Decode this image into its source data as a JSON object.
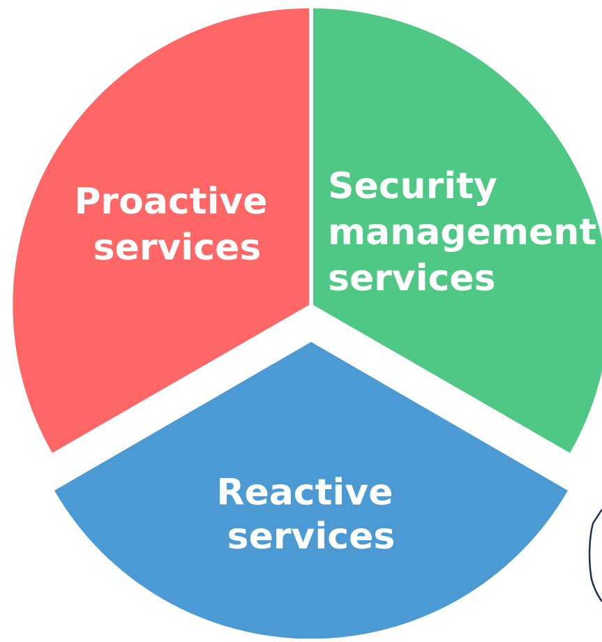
{
  "diagram": {
    "segments": [
      {
        "id": "proactive",
        "label_lines": [
          "Proactive",
          "services"
        ],
        "color": "#FF6666"
      },
      {
        "id": "security",
        "label_lines": [
          "Security",
          "management",
          "services"
        ],
        "color": "#4FC885"
      },
      {
        "id": "reactive",
        "label_lines": [
          "Reactive",
          "services"
        ],
        "color": "#4C9AD3"
      }
    ],
    "background_color": "#FFFFFF",
    "decor_icon": "shield-icon"
  }
}
